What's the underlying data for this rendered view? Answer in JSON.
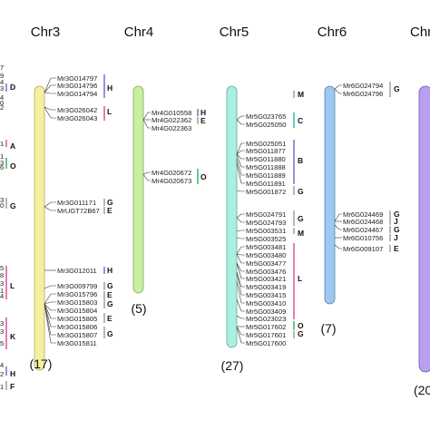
{
  "chromosomes": [
    {
      "id": "left-partial",
      "name": "",
      "count": "",
      "color": "#c8b8e8",
      "labels": [],
      "groups": [
        {
          "name": "D",
          "color": "#7b5cc4"
        },
        {
          "name": "A",
          "color": "#e0409a"
        },
        {
          "name": "O",
          "color": "#26b34d"
        },
        {
          "name": "G",
          "color": "#999999"
        },
        {
          "name": "L",
          "color": "#e0409a"
        },
        {
          "name": "K",
          "color": "#e0409a"
        },
        {
          "name": "H",
          "color": "#7b5cc4"
        },
        {
          "name": "F",
          "color": "#999999"
        }
      ],
      "fragments": [
        "7",
        "9",
        "4",
        "3",
        "4",
        "0",
        "2",
        "1",
        "1",
        "3",
        "6",
        "3",
        "0",
        "5",
        "8",
        "3",
        "1",
        "4",
        "3",
        "3",
        "5",
        "4",
        "2",
        "1"
      ]
    },
    {
      "id": "chr3",
      "name": "Chr3",
      "count": "(17)",
      "color": "#f5f0a0",
      "labels": [
        "Mr3G014797",
        "Mr3G014796",
        "Mr3G014794",
        "Mr3G026042",
        "Mr3G026043",
        "Mr3G011171",
        "MrUGT72B67",
        "Mr3G012011",
        "Mr3G009799",
        "Mr3G015796",
        "Mr3G015803",
        "Mr3G015804",
        "Mr3G015805",
        "Mr3G015806",
        "Mr3G015807",
        "Mr3G015811"
      ],
      "groups": [
        {
          "name": "H",
          "color": "#7b5cc4"
        },
        {
          "name": "L",
          "color": "#e0409a"
        },
        {
          "name": "G",
          "color": "#999999"
        },
        {
          "name": "E",
          "color": "#999999"
        },
        {
          "name": "H",
          "color": "#7b5cc4"
        },
        {
          "name": "G",
          "color": "#999999"
        },
        {
          "name": "E",
          "color": "#999999"
        },
        {
          "name": "G",
          "color": "#999999"
        },
        {
          "name": "E",
          "color": "#999999"
        },
        {
          "name": "G",
          "color": "#999999"
        }
      ]
    },
    {
      "id": "chr4",
      "name": "Chr4",
      "count": "(5)",
      "color": "#c8f0a0",
      "labels": [
        "Mr4G010558",
        "Mr4G022362",
        "Mr4G022363",
        "Mr4G020672",
        "Mr4G020673"
      ],
      "groups": [
        {
          "name": "H",
          "color": "#7b5cc4"
        },
        {
          "name": "E",
          "color": "#999999"
        },
        {
          "name": "O",
          "color": "#26b34d"
        }
      ]
    },
    {
      "id": "chr5",
      "name": "Chr5",
      "count": "(27)",
      "color": "#a8f0e0",
      "labels": [
        "Mr5G023765",
        "Mr5G025050",
        "Mr5G025051",
        "Mr5G011877",
        "Mr5G011880",
        "Mr5G011888",
        "Mr5G011889",
        "Mr5G011891",
        "Mr5G001872",
        "Mr5G024791",
        "Mr5G024793",
        "Mr5G003531",
        "Mr5G003525",
        "Mr5G003481",
        "Mr5G003480",
        "Mr5G003477",
        "Mr5G003476",
        "Mr5G003421",
        "Mr5G003419",
        "Mr5G003415",
        "Mr5G003410",
        "Mr5G003409",
        "Mr5G023023",
        "Mr5G017602",
        "Mr5G017601",
        "Mr5G017600"
      ],
      "groups": [
        {
          "name": "M",
          "color": "#999999"
        },
        {
          "name": "C",
          "color": "#26b3a0"
        },
        {
          "name": "B",
          "color": "#7b5cc4"
        },
        {
          "name": "G",
          "color": "#999999"
        },
        {
          "name": "G",
          "color": "#999999"
        },
        {
          "name": "M",
          "color": "#999999"
        },
        {
          "name": "L",
          "color": "#e0409a"
        },
        {
          "name": "O",
          "color": "#26b34d"
        },
        {
          "name": "G",
          "color": "#999999"
        }
      ]
    },
    {
      "id": "chr6",
      "name": "Chr6",
      "count": "(7)",
      "color": "#9ec8f0",
      "labels": [
        "Mr6G024794",
        "Mr6G024796",
        "Mr6G024469",
        "Mr6G024468",
        "Mr6G024467",
        "Mr6G010756",
        "Mr6G009107"
      ],
      "groups": [
        {
          "name": "G",
          "color": "#999999"
        },
        {
          "name": "G",
          "color": "#999999"
        },
        {
          "name": "J",
          "color": "#999999"
        },
        {
          "name": "G",
          "color": "#999999"
        },
        {
          "name": "J",
          "color": "#999999"
        },
        {
          "name": "E",
          "color": "#999999"
        }
      ]
    },
    {
      "id": "right-partial",
      "name": "Chr",
      "count": "(20",
      "color": "#b8a0f0",
      "labels": [],
      "groups": []
    }
  ]
}
